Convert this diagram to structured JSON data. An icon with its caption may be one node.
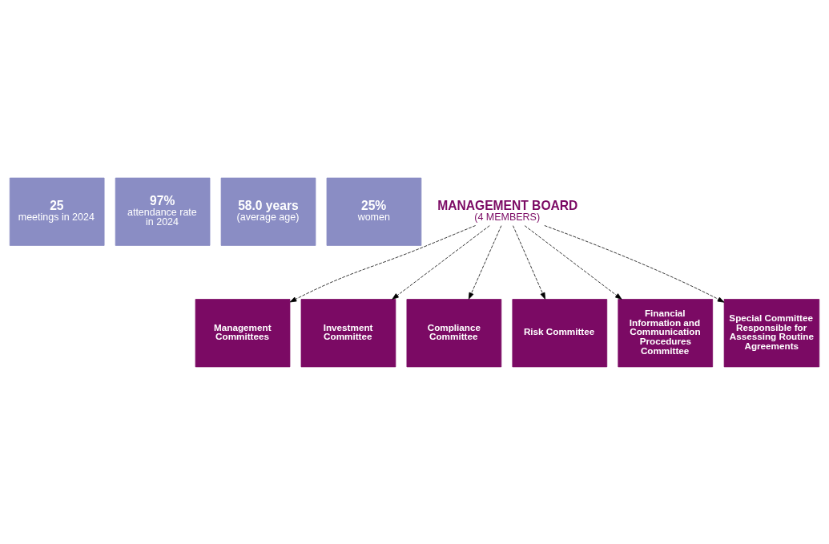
{
  "diagram": {
    "nodes": [
      {
        "text": [
          "25",
          "meetings in 2024"
        ]
      },
      {
        "text": [
          "97%",
          "attendance rate in 2024"
        ]
      },
      {
        "text": [
          "58.0 years",
          "(average age)"
        ]
      },
      {
        "text": [
          "25%",
          "women"
        ]
      },
      {
        "text": [
          "MANAGEMENT BOARD",
          "(4 MEMBERS)"
        ]
      },
      {
        "text": [
          "Management Committees"
        ]
      },
      {
        "text": [
          "Investment Committee"
        ]
      },
      {
        "text": [
          "Compliance Committee"
        ]
      },
      {
        "text": [
          "Risk Committee"
        ]
      },
      {
        "text": [
          "Financial Information and Communication Procedures Committee"
        ]
      },
      {
        "text": [
          "Special Committee Responsible for Assessing Routine Agreements"
        ]
      }
    ],
    "edges": [
      {
        "from": 4,
        "to": 5,
        "arrow": "to",
        "style": "dashed"
      },
      {
        "from": 4,
        "to": 6,
        "arrow": "to",
        "style": "dashed"
      },
      {
        "from": 4,
        "to": 7,
        "arrow": "to",
        "style": "dashed"
      },
      {
        "from": 4,
        "to": 8,
        "arrow": "to",
        "style": "dashed"
      },
      {
        "from": 4,
        "to": 9,
        "arrow": "to",
        "style": "dashed"
      },
      {
        "from": 4,
        "to": 10,
        "arrow": "to",
        "style": "dashed"
      }
    ]
  }
}
